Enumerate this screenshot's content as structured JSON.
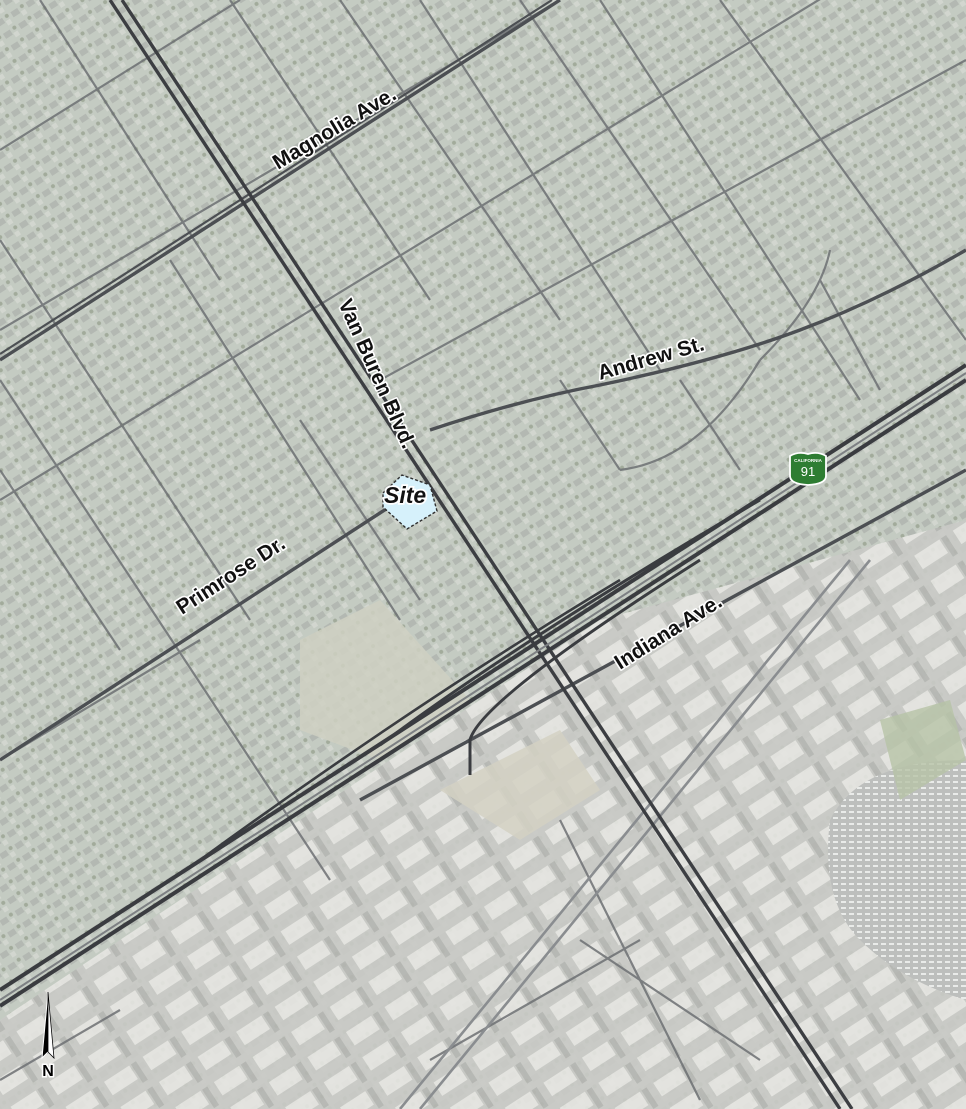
{
  "labels": {
    "magnolia": "Magnolia Ave.",
    "van_buren": "Van Buren Blvd.",
    "andrew": "Andrew St.",
    "primrose": "Primrose Dr.",
    "indiana": "Indiana Ave.",
    "site": "Site"
  },
  "highway_shield": {
    "state": "CALIFORNIA",
    "number": "91",
    "color": "#2e7d32"
  },
  "north_arrow": {
    "letter": "N"
  },
  "colors": {
    "residential": "#c3c9c1",
    "road": "#505356",
    "site_fill": "#d6f1fb"
  }
}
